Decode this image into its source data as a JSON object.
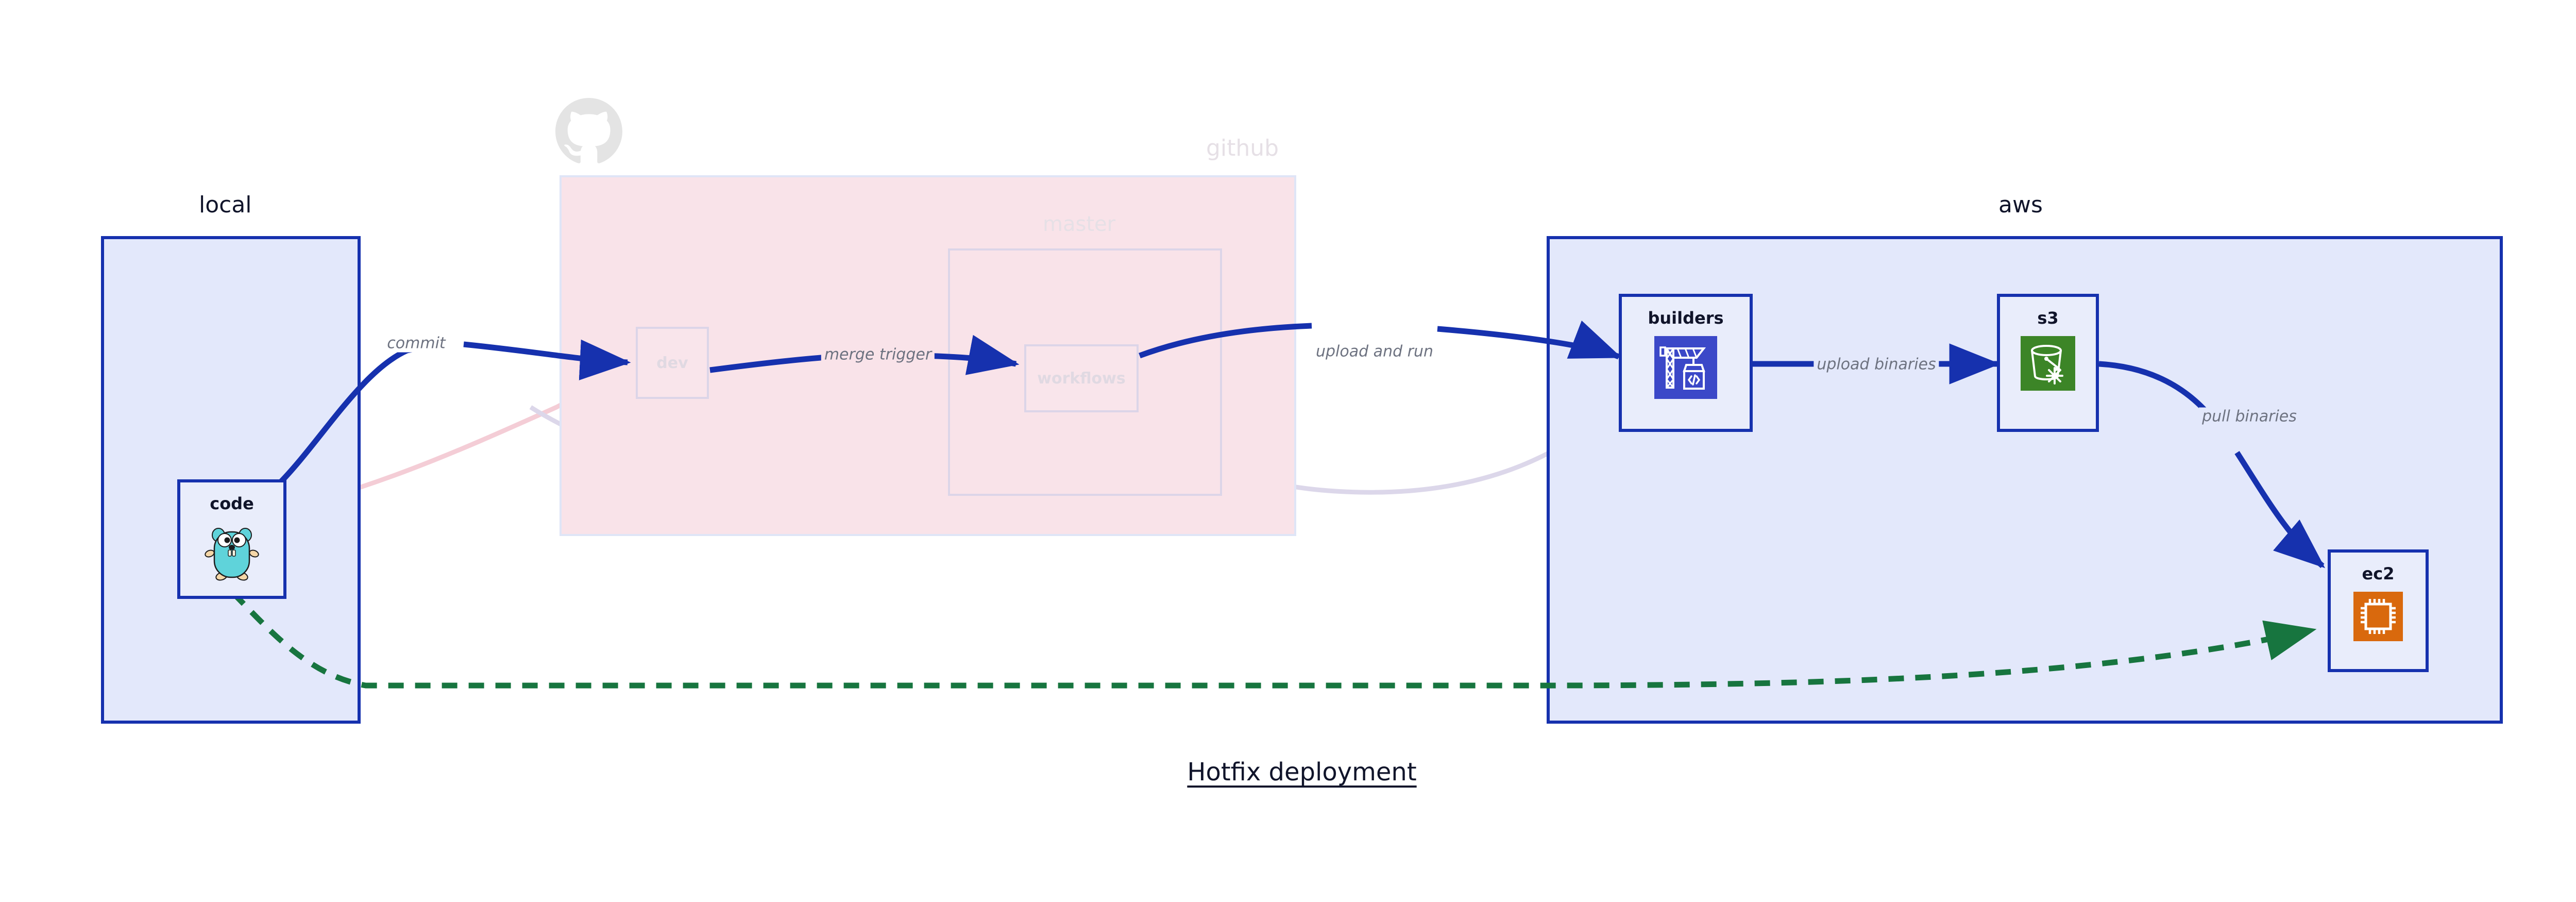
{
  "diagram": {
    "title": "Hotfix deployment",
    "colors": {
      "edge_active": "#1631ae",
      "edge_dashed": "#17753f",
      "cluster_blue_fill": "#e3e8fb",
      "cluster_blue_border": "#1631ae",
      "cluster_pink_fill": "#f9e3e9",
      "node_fill": "#e9edfb",
      "label_text": "#6d7280",
      "faded_text": "#e2dce3",
      "aws_builders_bg": "#3b48c8",
      "aws_s3_bg": "#3c8527",
      "aws_ec2_bg": "#d9690d",
      "go_gopher": "#5fd3da"
    }
  },
  "clusters": [
    {
      "id": "local",
      "label": "local",
      "state": "active"
    },
    {
      "id": "github",
      "label": "github",
      "state": "faded"
    },
    {
      "id": "master",
      "label": "master",
      "state": "faded"
    },
    {
      "id": "aws",
      "label": "aws",
      "state": "active"
    }
  ],
  "nodes": [
    {
      "id": "code",
      "label": "code",
      "icon": "go-gopher-icon",
      "cluster": "local",
      "state": "active"
    },
    {
      "id": "dev",
      "label": "dev",
      "icon": "none",
      "cluster": "github",
      "state": "faded"
    },
    {
      "id": "workflows",
      "label": "workflows",
      "icon": "none",
      "cluster": "master",
      "state": "faded"
    },
    {
      "id": "builders",
      "label": "builders",
      "icon": "aws-builders-icon",
      "cluster": "aws",
      "state": "active"
    },
    {
      "id": "s3",
      "label": "s3",
      "icon": "aws-s3-icon",
      "cluster": "aws",
      "state": "active"
    },
    {
      "id": "ec2",
      "label": "ec2",
      "icon": "aws-ec2-icon",
      "cluster": "aws",
      "state": "active"
    }
  ],
  "edges": [
    {
      "id": "e-commit",
      "from": "code",
      "to": "dev",
      "label": "commit",
      "style": "solid",
      "state": "active"
    },
    {
      "id": "e-merge-trigger",
      "from": "dev",
      "to": "workflows",
      "label": "merge trigger",
      "style": "solid",
      "state": "active"
    },
    {
      "id": "e-upload-and-run",
      "from": "workflows",
      "to": "builders",
      "label": "upload and run",
      "style": "solid",
      "state": "active"
    },
    {
      "id": "e-upload-binaries",
      "from": "builders",
      "to": "s3",
      "label": "upload binaries",
      "style": "solid",
      "state": "active"
    },
    {
      "id": "e-pull-binaries",
      "from": "s3",
      "to": "ec2",
      "label": "pull binaries",
      "style": "solid",
      "state": "active"
    },
    {
      "id": "e-hotfix-direct",
      "from": "code",
      "to": "ec2",
      "label": "",
      "style": "dashed",
      "state": "active"
    },
    {
      "id": "e-ghost-code-dev",
      "from": "code",
      "to": "dev",
      "label": "",
      "style": "solid",
      "state": "faded"
    },
    {
      "id": "e-ghost-dev-wf",
      "from": "dev",
      "to": "workflows",
      "label": "",
      "style": "solid",
      "state": "faded"
    },
    {
      "id": "e-ghost-wf-build",
      "from": "workflows",
      "to": "builders",
      "label": "",
      "style": "solid",
      "state": "faded"
    }
  ],
  "logos": [
    {
      "id": "github-logo",
      "name": "github-octocat-icon",
      "state": "faded"
    }
  ]
}
